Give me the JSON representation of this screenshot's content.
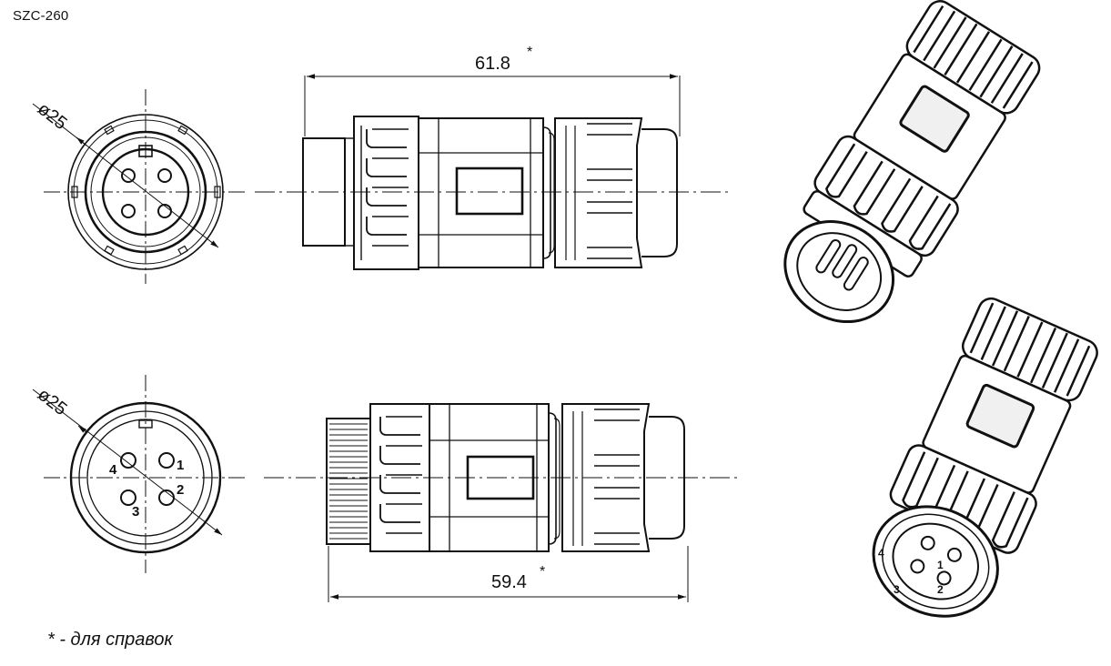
{
  "model": "SZC-260",
  "footnote": "* - для справок",
  "top_view": {
    "diameter_label": "ø25",
    "length_label": "61.8",
    "length_mark": "*"
  },
  "bottom_view": {
    "diameter_label": "ø25",
    "length_label": "59.4",
    "length_mark": "*",
    "pin_labels": [
      "1",
      "2",
      "3",
      "4"
    ]
  },
  "render_pin_labels": [
    "1",
    "2",
    "3",
    "4"
  ],
  "colors": {
    "line": "#111111",
    "background": "#ffffff",
    "shading": "#f0f0f0"
  }
}
